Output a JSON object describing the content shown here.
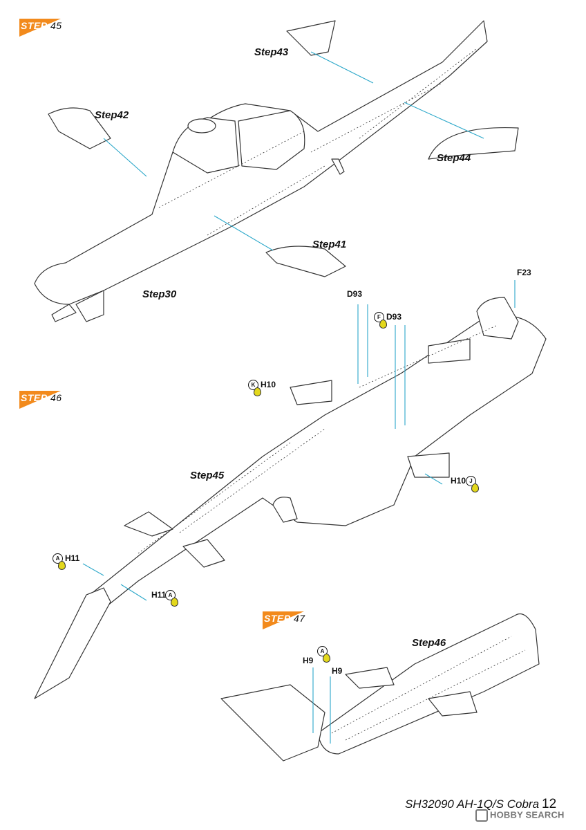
{
  "steps": {
    "s45": {
      "word": "STEP",
      "number": "45"
    },
    "s46": {
      "word": "STEP",
      "number": "46"
    },
    "s47": {
      "word": "STEP",
      "number": "47"
    }
  },
  "callouts": {
    "step42": "Step42",
    "step43": "Step43",
    "step44": "Step44",
    "step41": "Step41",
    "step30": "Step30",
    "step45": "Step45",
    "step46": "Step46"
  },
  "parts": {
    "f23": "F23",
    "d93a": "D93",
    "d93b": "D93",
    "h10a": "H10",
    "h10b": "H10",
    "h11a": "H11",
    "h11b": "H11",
    "h9a": "H9",
    "h9b": "H9"
  },
  "glue_marks": {
    "f": "F",
    "k": "K",
    "j": "J",
    "a1": "A",
    "a2": "A",
    "a3": "A"
  },
  "footer": {
    "model": "SH32090 AH-1Q/S Cobra",
    "page": "12"
  },
  "watermark": "HOBBY SEARCH",
  "colors": {
    "accent": "#f28a1c",
    "leader": "#2aa7c9",
    "glue": "#e3d81c"
  }
}
